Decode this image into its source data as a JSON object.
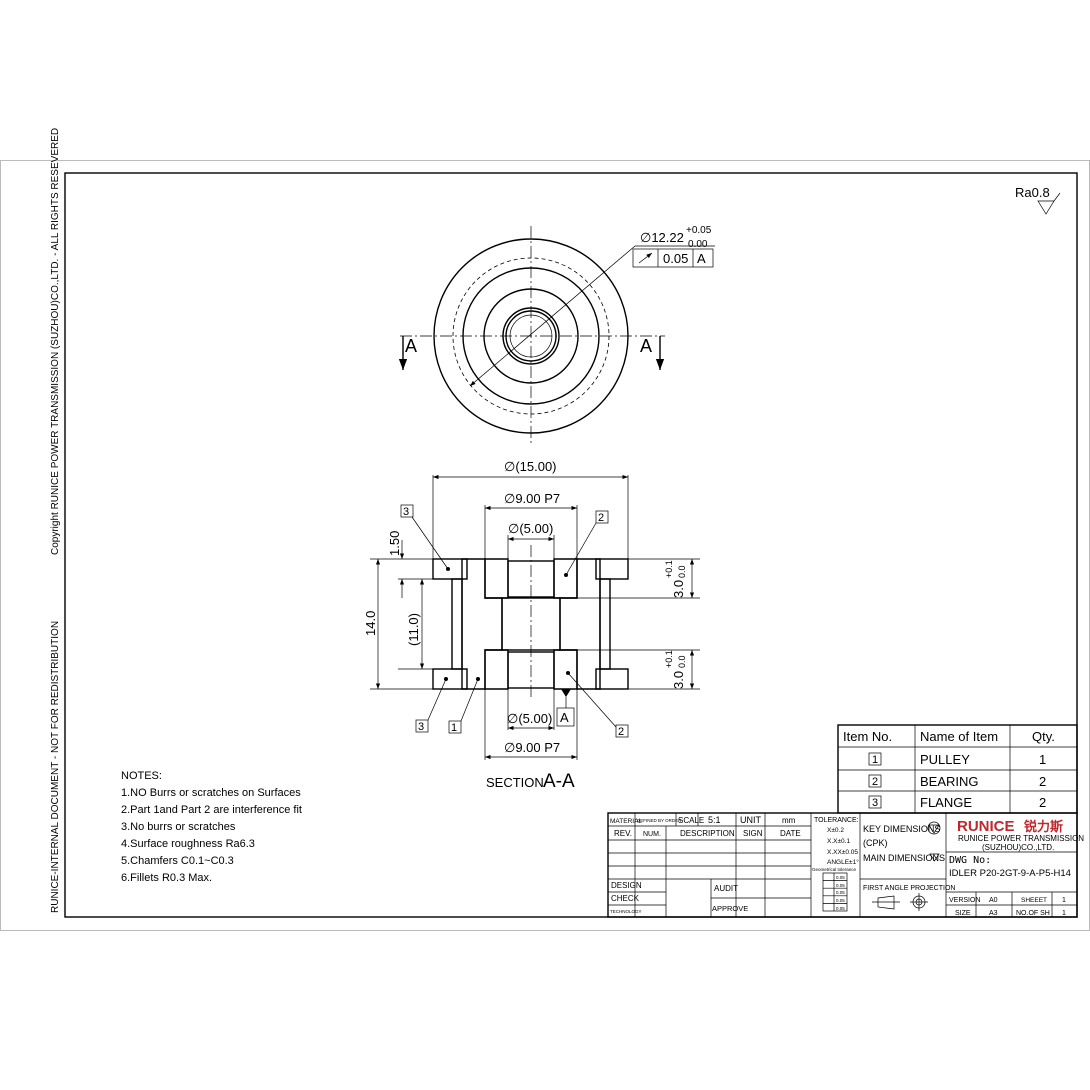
{
  "side_text": {
    "copyright": "Copyright RUNICE POWER TRANSMISSION (SUZHOU)CO.,LTD. - ALL RIGHTS RESEVERED",
    "internal": "RUNICE-INTERNAL DOCUMENT - NOT FOR REDISTRIBUTION"
  },
  "roughness": "Ra0.8",
  "top_view": {
    "dia": "∅12.22",
    "tol_upper": "+0.05",
    "tol_lower": "0.00",
    "runout_value": "0.05",
    "datum": "A",
    "section_mark": "A"
  },
  "section": {
    "d15": "∅(15.00)",
    "d9_top": "∅9.00 P7",
    "d5_top": "∅(5.00)",
    "h150": "1.50",
    "h14": "14.0",
    "h11": "(11.0)",
    "h3": "3.0",
    "h3_upper": "+0.1",
    "h3_lower": "0.0",
    "d5_bottom": "∅(5.00)",
    "datum": "A",
    "d9_bottom": "∅9.00 P7",
    "balloons": [
      "1",
      "2",
      "3"
    ],
    "caption_prefix": "SECTION",
    "caption_name": "A-A"
  },
  "notes": {
    "title": "NOTES:",
    "items": [
      "1.NO Burrs or scratches on Surfaces",
      "2.Part 1and Part 2 are interference fit",
      "3.No burrs or scratches",
      "4.Surface roughness Ra6.3",
      "5.Chamfers C0.1~C0.3",
      "6.Fillets R0.3 Max."
    ]
  },
  "parts_table": {
    "headers": [
      "Item No.",
      "Name of Item",
      "Qty."
    ],
    "rows": [
      {
        "no": "1",
        "name": "PULLEY",
        "qty": "1"
      },
      {
        "no": "2",
        "name": "BEARING",
        "qty": "2"
      },
      {
        "no": "3",
        "name": "FLANGE",
        "qty": "2"
      }
    ]
  },
  "title_block": {
    "material": "MATERIAL",
    "defined": "DEFINED BY ORDER",
    "scale_label": "SCALE",
    "scale": "5:1",
    "unit_label": "UNIT",
    "unit": "mm",
    "rev": "REV.",
    "num": "NUM.",
    "description": "DESCRIPTION",
    "sign": "SIGN",
    "date": "DATE",
    "design": "DESIGN",
    "check": "CHECK",
    "technology": "TECHNOLOGY",
    "audit": "AUDIT",
    "approve": "APPROVE",
    "tolerance": "TOLERANCE:",
    "tol_lines": [
      "X±0.2",
      "X.X±0.1",
      "X.XX±0.05",
      "ANGLE±1°"
    ],
    "geo_tol": "Geometrical tolerance",
    "geo_value": "0.05",
    "key_dims": "KEY DIMENSIONS",
    "cpk": "(CPK)",
    "main_dims": "MAIN DIMENSIONS",
    "projection": "FIRST ANGLE PROJECTION",
    "logo_latin": "RUNICE",
    "logo_cn": "锐力斯",
    "company_1": "RUNICE POWER TRANSMISSION",
    "company_2": "(SUZHOU)CO.,LTD.",
    "dwg_label": "DWG No:",
    "dwg_no": "IDLER P20-2GT-9-A-P5-H14",
    "version_label": "VERSION",
    "version": "A0",
    "sheet_label": "SHEEET",
    "sheet": "1",
    "size_label": "SIZE",
    "size": "A3",
    "nosh_label": "NO.OF SH",
    "nosh": "1"
  }
}
